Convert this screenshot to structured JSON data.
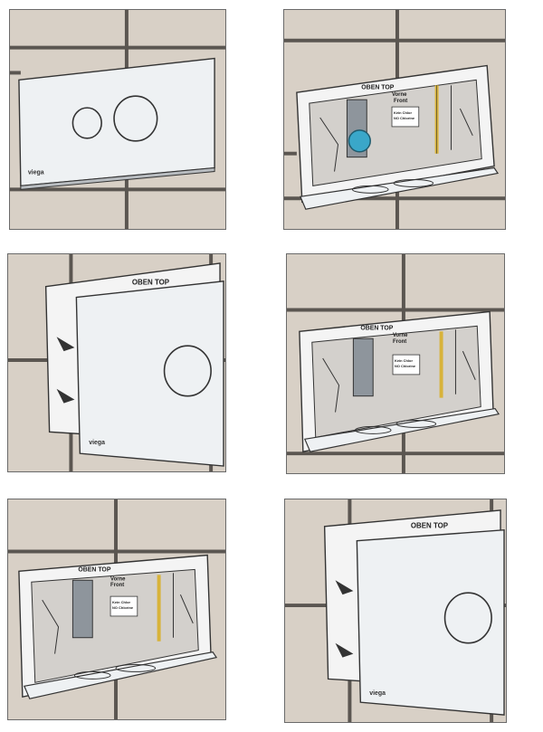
{
  "labels": {
    "oben_top": "OBEN TOP",
    "vorne_front": [
      "Vorne",
      "Front"
    ],
    "kein_chlor": [
      "Kein Chlor",
      "NO Chlorine"
    ],
    "viega": "viega"
  },
  "colors": {
    "tile": "#d8d0c6",
    "grout": "#5b5651",
    "plate": "#eef1f3",
    "mechanism_blue": "#3aa7c9",
    "rod_yellow": "#d8b33a"
  },
  "steps": [
    {
      "id": 1,
      "view": "closed-plate-two-buttons"
    },
    {
      "id": 2,
      "view": "open-box-blue-valve"
    },
    {
      "id": 3,
      "view": "plate-insert-with-arrows"
    },
    {
      "id": 4,
      "view": "open-box"
    },
    {
      "id": 5,
      "view": "open-box"
    },
    {
      "id": 6,
      "view": "plate-insert-with-arrows"
    }
  ]
}
